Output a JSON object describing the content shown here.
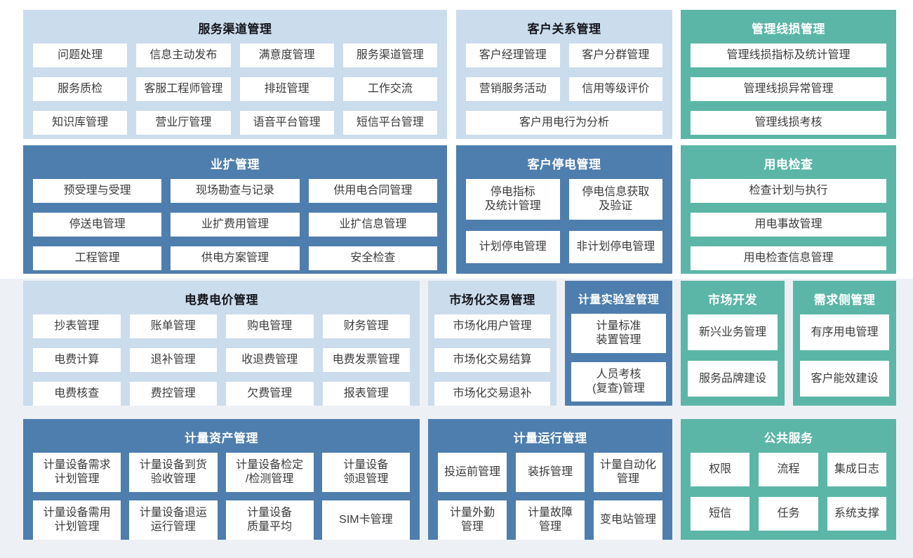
{
  "colors": {
    "light_block_bg": "#cbdcec",
    "dark_block_bg": "#4e7ead",
    "teal_block_bg": "#5bb6a7",
    "item_bg": "#ffffff",
    "item_text": "#3b3b3b",
    "title_dark_text": "#15161d",
    "title_light_text": "#ffffff",
    "page_top_bg": "#ffffff",
    "page_bottom_bg": "#edf1f6"
  },
  "blocks": {
    "service_channel": {
      "title": "服务渠道管理",
      "items": [
        "问题处理",
        "信息主动发布",
        "满意度管理",
        "服务渠道管理",
        "服务质检",
        "客服工程师管理",
        "排班管理",
        "工作交流",
        "知识库管理",
        "营业厅管理",
        "语音平台管理",
        "短信平台管理"
      ]
    },
    "customer_relationship": {
      "title": "客户关系管理",
      "items": [
        "客户经理管理",
        "客户分群管理",
        "营销服务活动",
        "信用等级评价",
        "客户用电行为分析"
      ]
    },
    "line_loss": {
      "title": "管理线损管理",
      "items": [
        "管理线损指标及统计管理",
        "管理线损异常管理",
        "管理线损考核"
      ]
    },
    "business_expansion": {
      "title": "业扩管理",
      "items": [
        "预受理与受理",
        "现场勘查与记录",
        "供用电合同管理",
        "停送电管理",
        "业扩费用管理",
        "业扩信息管理",
        "工程管理",
        "供电方案管理",
        "安全检查"
      ]
    },
    "customer_outage": {
      "title": "客户停电管理",
      "items": [
        "停电指标\n及统计管理",
        "停电信息获取\n及验证",
        "计划停电管理",
        "非计划停电管理"
      ]
    },
    "power_inspection": {
      "title": "用电检查",
      "items": [
        "检查计划与执行",
        "用电事故管理",
        "用电检查信息管理"
      ]
    },
    "tariff": {
      "title": "电费电价管理",
      "items": [
        "抄表管理",
        "账单管理",
        "购电管理",
        "财务管理",
        "电费计算",
        "退补管理",
        "收退费管理",
        "电费发票管理",
        "电费核查",
        "费控管理",
        "欠费管理",
        "报表管理"
      ]
    },
    "market_trading": {
      "title": "市场化交易管理",
      "items": [
        "市场化用户管理",
        "市场化交易结算",
        "市场化交易退补"
      ]
    },
    "metering_lab": {
      "title": "计量实验室管理",
      "items": [
        "计量标准\n装置管理",
        "人员考核\n(复查)管理"
      ]
    },
    "market_development": {
      "title": "市场开发",
      "items": [
        "新兴业务管理",
        "服务品牌建设"
      ]
    },
    "demand_side": {
      "title": "需求侧管理",
      "items": [
        "有序用电管理",
        "客户能效建设"
      ]
    },
    "metering_assets": {
      "title": "计量资产管理",
      "items": [
        "计量设备需求\n计划管理",
        "计量设备到货\n验收管理",
        "计量设备检定\n/检测管理",
        "计量设备\n领退管理",
        "计量设备需用\n计划管理",
        "计量设备退运\n运行管理",
        "计量设备\n质量平均",
        "SIM卡管理"
      ]
    },
    "metering_operation": {
      "title": "计量运行管理",
      "items": [
        "投运前管理",
        "装拆管理",
        "计量自动化\n管理",
        "计量外勤\n管理",
        "计量故障\n管理",
        "变电站管理"
      ]
    },
    "public_services": {
      "title": "公共服务",
      "items": [
        "权限",
        "流程",
        "集成日志",
        "短信",
        "任务",
        "系统支撑"
      ]
    }
  }
}
